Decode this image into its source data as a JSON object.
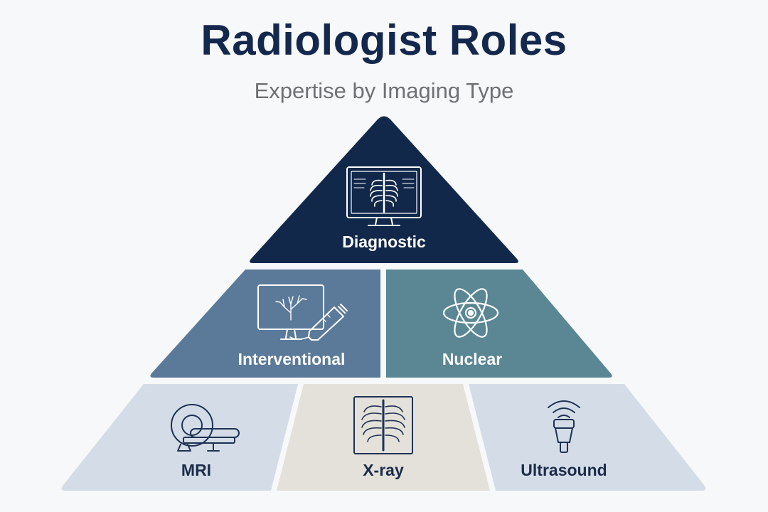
{
  "title": "Radiologist Roles",
  "subtitle": "Expertise by Imaging Type",
  "tiers": [
    {
      "level": "top",
      "items": [
        {
          "label": "Diagnostic",
          "icon": "monitor-chest-xray-icon",
          "color": "#11284b"
        }
      ]
    },
    {
      "level": "middle",
      "items": [
        {
          "label": "Interventional",
          "icon": "monitor-vessels-catheter-icon",
          "color": "#5b7a99"
        },
        {
          "label": "Nuclear",
          "icon": "atom-icon",
          "color": "#5a8793"
        }
      ]
    },
    {
      "level": "base",
      "items": [
        {
          "label": "MRI",
          "icon": "mri-scanner-icon",
          "color": "#d4dde7"
        },
        {
          "label": "X-ray",
          "icon": "chest-xray-film-icon",
          "color": "#e3e1da"
        },
        {
          "label": "Ultrasound",
          "icon": "ultrasound-probe-icon",
          "color": "#d4dde7"
        }
      ]
    }
  ]
}
